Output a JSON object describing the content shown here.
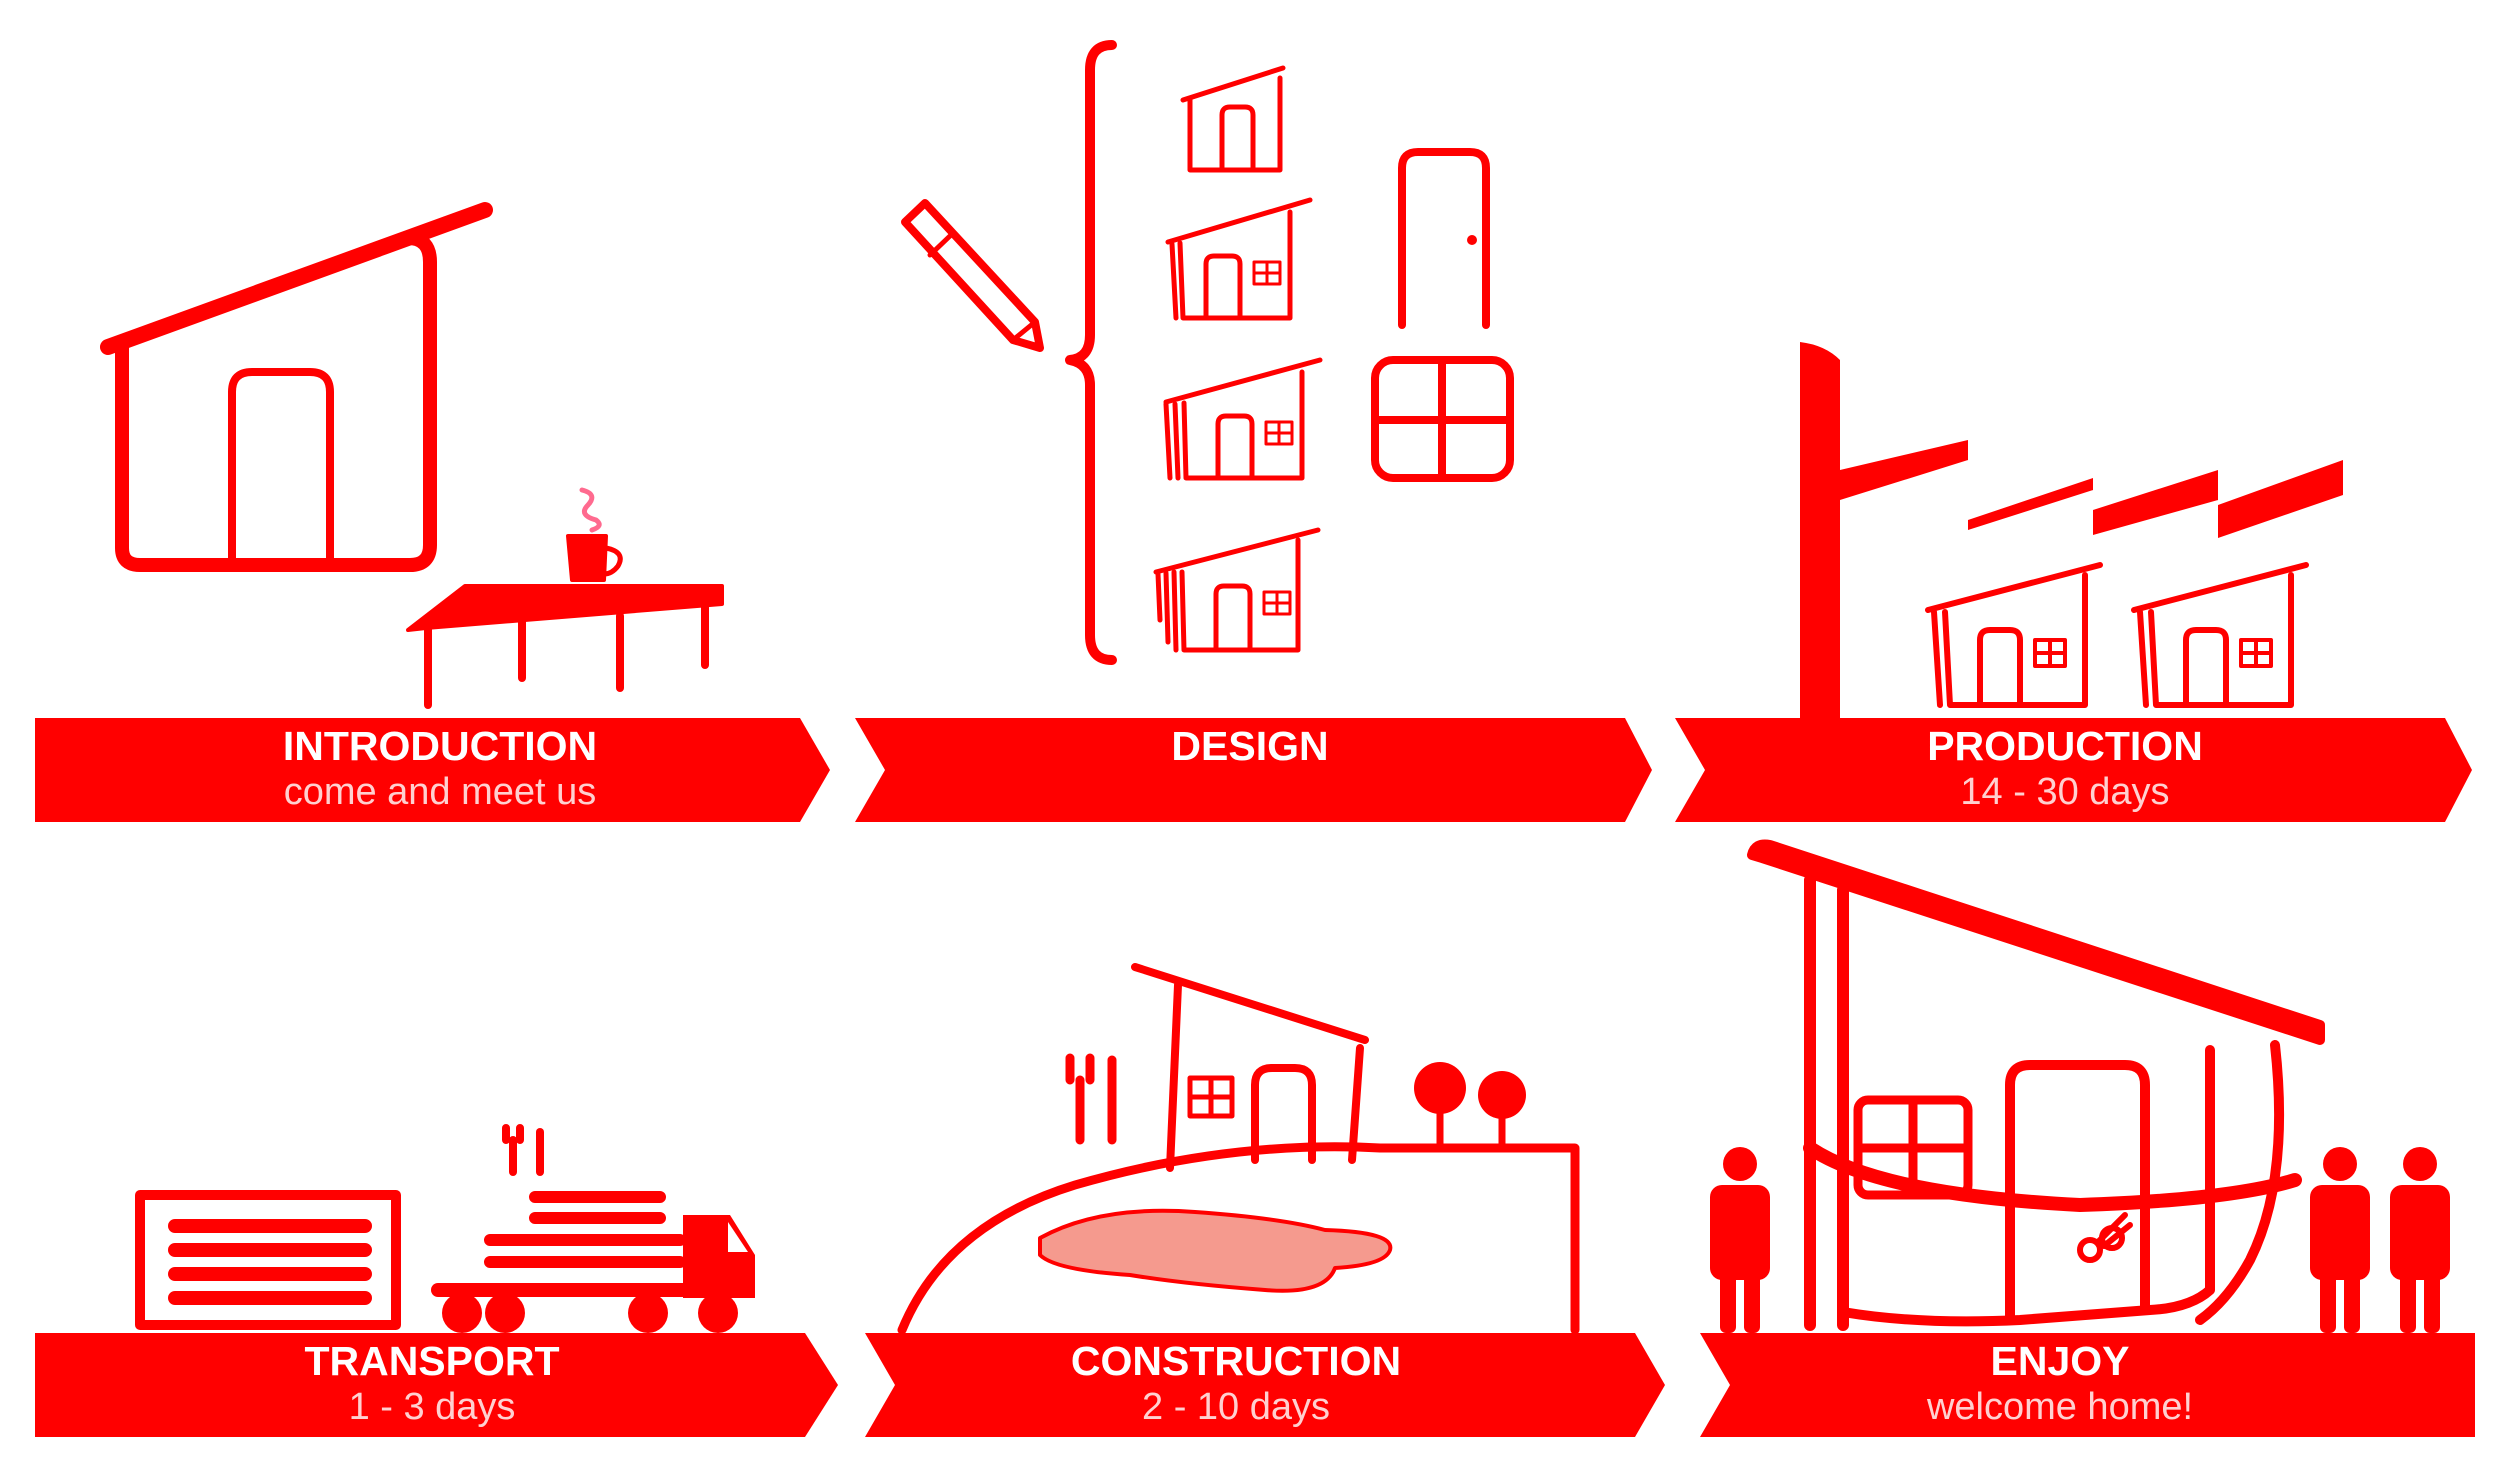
{
  "accent_color": "#ff0000",
  "fill_color": "#f59a8e",
  "steps": [
    {
      "title": "INTRODUCTION",
      "subtitle": "come and meet us"
    },
    {
      "title": "DESIGN",
      "subtitle": ""
    },
    {
      "title": "PRODUCTION",
      "subtitle": "14 - 30 days"
    },
    {
      "title": "TRANSPORT",
      "subtitle": "1 - 3 days"
    },
    {
      "title": "CONSTRUCTION",
      "subtitle": "2 - 10 days"
    },
    {
      "title": "ENJOY",
      "subtitle": "welcome home!"
    }
  ],
  "icons": {
    "introduction": [
      "house-icon",
      "coffee-table-icon",
      "coffee-cup-icon"
    ],
    "design": [
      "pencil-icon",
      "brace-icon",
      "house-variant-icon",
      "door-icon",
      "window-icon"
    ],
    "production": [
      "factory-icon",
      "house-icon"
    ],
    "transport": [
      "container-icon",
      "truck-icon",
      "tools-icon"
    ],
    "construction": [
      "tools-icon",
      "hill-icon",
      "pond-icon",
      "tree-icon",
      "house-icon"
    ],
    "enjoy": [
      "big-house-icon",
      "ribbon-icon",
      "scissors-icon",
      "person-icon"
    ]
  }
}
